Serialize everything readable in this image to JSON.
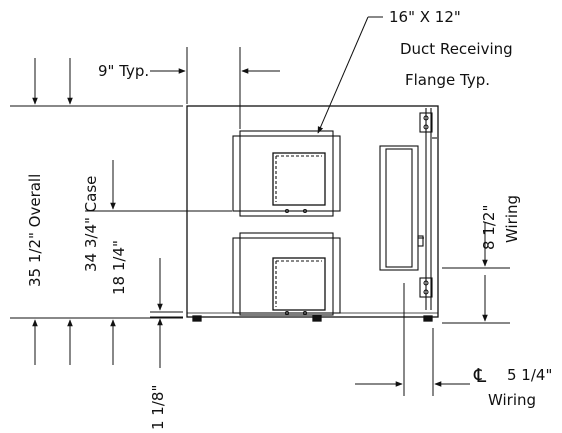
{
  "labels": {
    "duct_size": "16\" X 12\"",
    "duct_receiving": "Duct Receiving",
    "flange_typ": "Flange Typ.",
    "nine_typ": "9\" Typ.",
    "overall": "35 1/2\" Overall",
    "case": "34 3/4\" Case",
    "eighteen": "18 1/4\"",
    "one_eighth": "1 1/8\"",
    "eight_half": "8 1/2\"",
    "wiring_right": "Wiring",
    "centerline_symbol": "℄",
    "five_quarter": "5 1/4\"",
    "wiring_bottom": "Wiring"
  },
  "colors": {
    "line": "#111111",
    "background": "#ffffff"
  }
}
